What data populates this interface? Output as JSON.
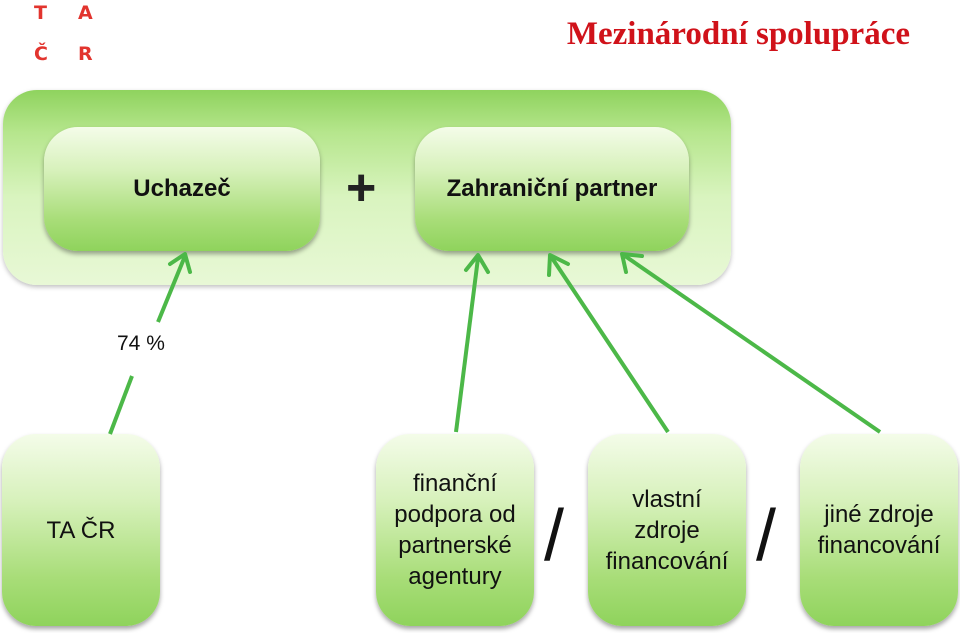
{
  "logo": {
    "letters": [
      "T",
      "A",
      "Č",
      "R"
    ]
  },
  "title": "Mezinárodní spolupráce",
  "top": {
    "applicant": "Uchazeč",
    "plus": "+",
    "foreign_partner": "Zahraniční partner"
  },
  "percentage_label": "74 %",
  "bottom": {
    "ta_cr": "TA ČR",
    "partner_agency": "finanční\npodpora od\npartnerské\nagentury",
    "own_resources": "vlastní\nzdroje\nfinancování",
    "other_resources": "jiné zdroje\nfinancování"
  },
  "separators": [
    "/",
    "/"
  ],
  "colors": {
    "title": "#d0121a",
    "logo": "#e2342e",
    "arrow": "#4cb848",
    "box_green": "#a8dd78"
  }
}
